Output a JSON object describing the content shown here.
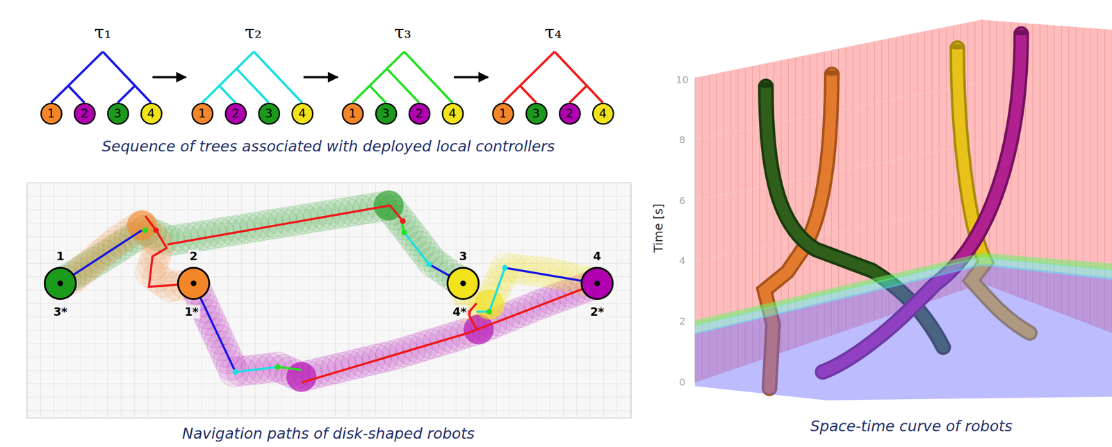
{
  "diagram": {
    "nodes": [
      {
        "text": [
          "1"
        ]
      },
      {
        "text": [
          "2"
        ]
      },
      {
        "text": [
          "3"
        ]
      },
      {
        "text": [
          "4"
        ]
      },
      {
        "text": [
          "1"
        ]
      },
      {
        "text": [
          "2"
        ]
      },
      {
        "text": [
          "3"
        ]
      },
      {
        "text": [
          "4"
        ]
      },
      {
        "text": [
          "1"
        ]
      },
      {
        "text": [
          "3"
        ]
      },
      {
        "text": [
          "2"
        ]
      },
      {
        "text": [
          "4"
        ]
      },
      {
        "text": [
          "1"
        ]
      },
      {
        "text": [
          "3"
        ]
      },
      {
        "text": [
          "2"
        ]
      },
      {
        "text": [
          "4"
        ]
      }
    ],
    "labels": [
      "τ₁",
      "τ₂",
      "τ₃",
      "τ₄",
      "Sequence of trees associated with deployed local controllers",
      "1",
      "2",
      "3",
      "4",
      "3*",
      "1*",
      "4*",
      "2*",
      "Navigation paths of disk-shaped robots",
      "Time [s]",
      "10",
      "8",
      "6",
      "4",
      "2",
      "0",
      "Space-time curve of robots"
    ]
  }
}
